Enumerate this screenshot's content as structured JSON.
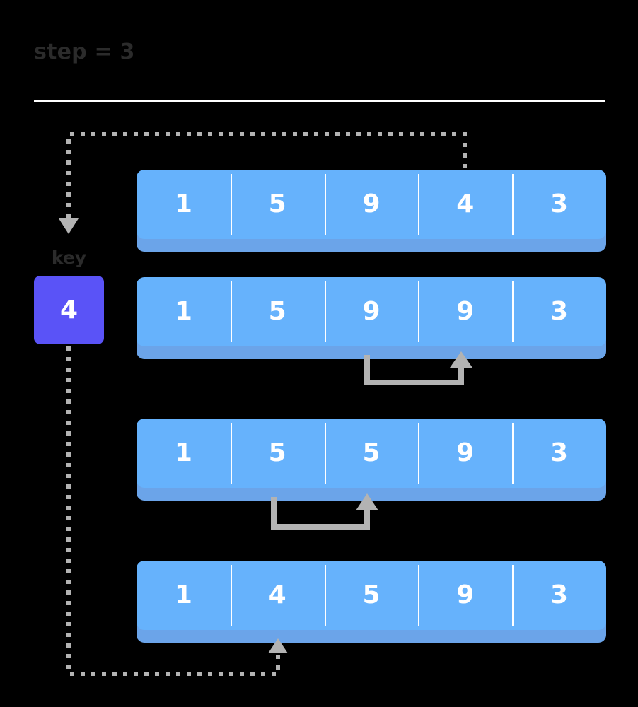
{
  "header": {
    "title": "step = 3",
    "rule_color": "#ffffff"
  },
  "key": {
    "label": "key",
    "value": "4",
    "color": "#5a53f7",
    "text_color": "#ffffff"
  },
  "colors": {
    "background": "#000000",
    "cell_fill": "#66b2fc",
    "cell_shadow": "#6ba4e9",
    "cell_text": "#ffffff",
    "title_text": "#2b2b2b",
    "connector": "#b3b3b3",
    "dotted_connector": "#b3b3b3"
  },
  "rows": [
    {
      "index": 0,
      "name": "array-row-1",
      "cells": [
        "1",
        "5",
        "9",
        "4",
        "3"
      ]
    },
    {
      "index": 1,
      "name": "array-row-2",
      "cells": [
        "1",
        "5",
        "9",
        "9",
        "3"
      ]
    },
    {
      "index": 2,
      "name": "array-row-3",
      "cells": [
        "1",
        "5",
        "5",
        "9",
        "3"
      ]
    },
    {
      "index": 3,
      "name": "array-row-4",
      "cells": [
        "1",
        "4",
        "5",
        "9",
        "3"
      ]
    }
  ],
  "connectors": [
    {
      "name": "shift-arrow-row2",
      "style": "solid",
      "from_row": 1,
      "from_cell": 2,
      "to_row": 1,
      "to_cell": 3,
      "description": "shift value from index 2 to index 3"
    },
    {
      "name": "shift-arrow-row3",
      "style": "solid",
      "from_row": 2,
      "from_cell": 1,
      "to_row": 2,
      "to_cell": 2,
      "description": "shift value from index 1 to index 2"
    },
    {
      "name": "key-extract-arrow",
      "style": "dotted",
      "from_row": 0,
      "from_cell": 3,
      "to_target": "key-box",
      "description": "extract key from index 3 of initial array"
    },
    {
      "name": "key-insert-arrow",
      "style": "dotted",
      "from_target": "key-box",
      "to_row": 3,
      "to_cell": 1,
      "description": "insert key into index 1 of final array"
    }
  ]
}
